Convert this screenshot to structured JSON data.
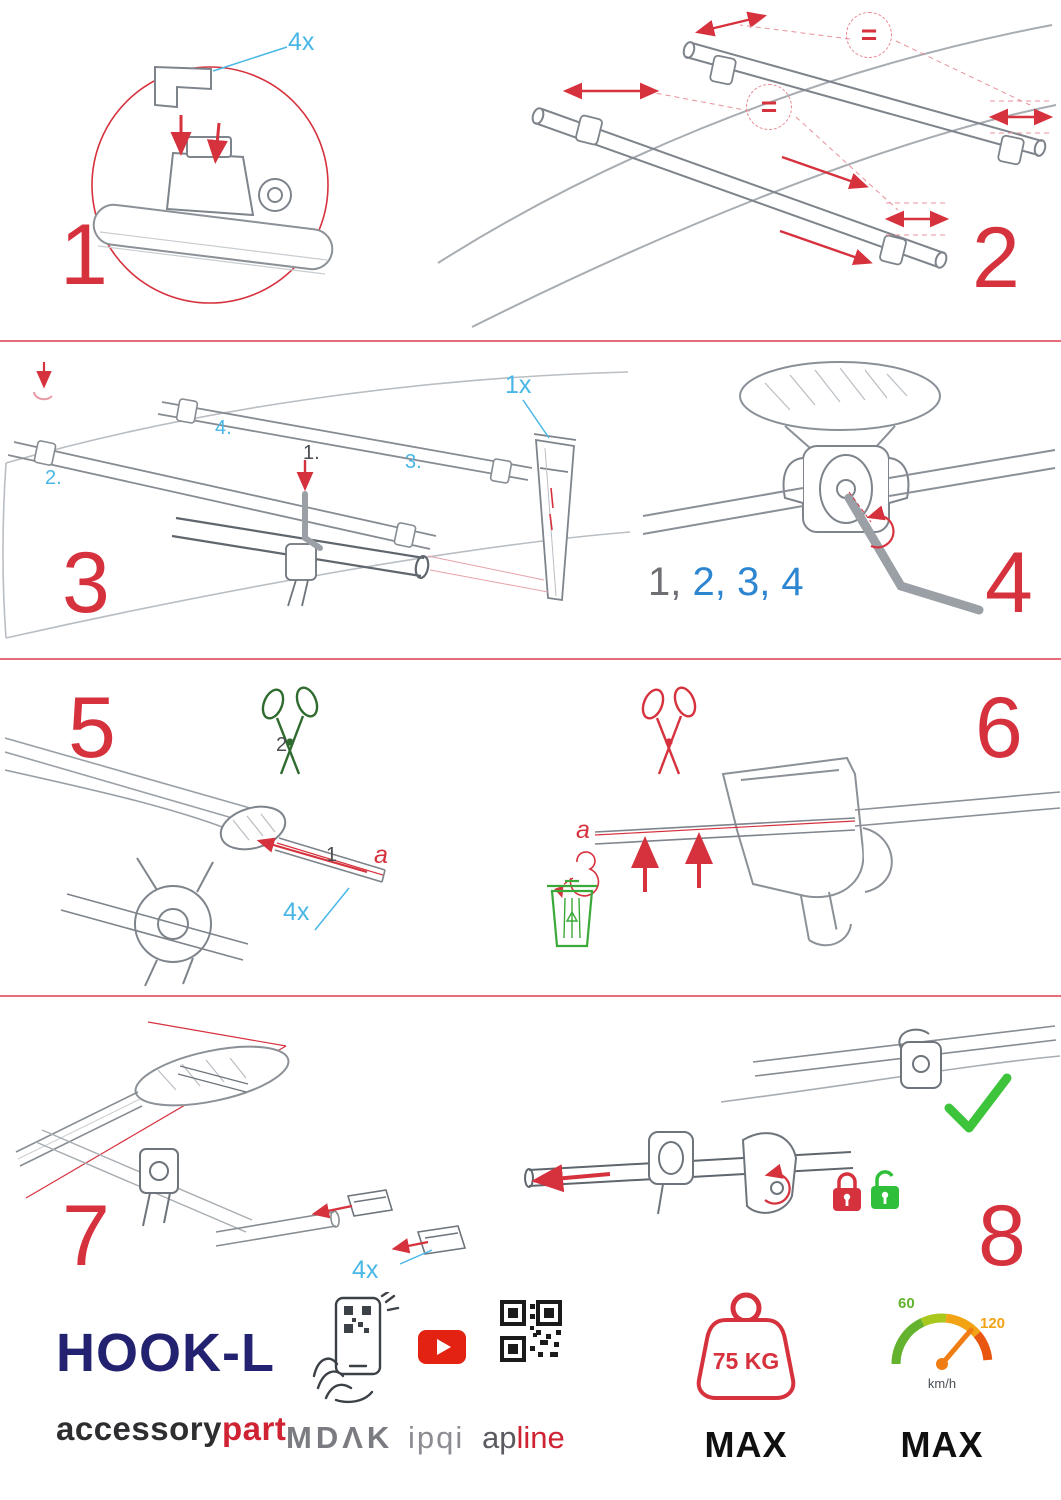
{
  "colors": {
    "red": "#d6323e",
    "cyan": "#49b7e6",
    "seqblue": "#2e86d1",
    "green": "#3aa93a",
    "navy": "#232270",
    "logogray": "#7b7c81",
    "divider": "#e25562",
    "orange": "#ef7d14"
  },
  "steps": {
    "s1": {
      "num": "1",
      "qty": "4x"
    },
    "s2": {
      "num": "2",
      "eq": "="
    },
    "s3": {
      "num": "3",
      "qty": "1x",
      "sub1": "1.",
      "sub2": "2.",
      "sub3": "3.",
      "sub4": "4."
    },
    "s4": {
      "num": "4",
      "seq_gray": "1,",
      "seq_blue": "2, 3, 4"
    },
    "s5": {
      "num": "5",
      "cut_order": "2",
      "strip_order": "1",
      "edge": "a",
      "qty": "4x"
    },
    "s6": {
      "num": "6",
      "edge": "a"
    },
    "s7": {
      "num": "7",
      "qty": "4x"
    },
    "s8": {
      "num": "8"
    }
  },
  "footer": {
    "product": "HOOK-L",
    "brand_gray": "accessory",
    "brand_red": "part",
    "logo_mdak": "MDΛK",
    "logo_ipqi": "ipqi",
    "logo_ap": "ap",
    "logo_line": "line",
    "weight_value": "75 KG",
    "weight_max": "MAX",
    "speed_min": "60",
    "speed_max_value": "120",
    "speed_unit": "km/h",
    "speed_max": "MAX"
  },
  "icons": {
    "step1": "clamp-insert-detail",
    "step2": "crossbars-equal-spacing",
    "step3": "bars-on-roof-alignment",
    "step4": "clamp-tighten-allen-key",
    "step5": "cut-rubber-strip",
    "step6": "cut-strip-discard",
    "step7": "end-caps-fitting",
    "step8": "lock-clamp-check",
    "scissors": "scissors-icon",
    "trash": "trash-bin-icon",
    "lock_closed": "locked-padlock-icon",
    "lock_open": "unlocked-padlock-icon",
    "check": "checkmark-icon",
    "phone": "phone-qr-scan-icon",
    "youtube": "youtube-play-icon",
    "qr": "qr-code",
    "weight": "max-load-weight-icon",
    "speedometer": "max-speed-gauge-icon"
  }
}
